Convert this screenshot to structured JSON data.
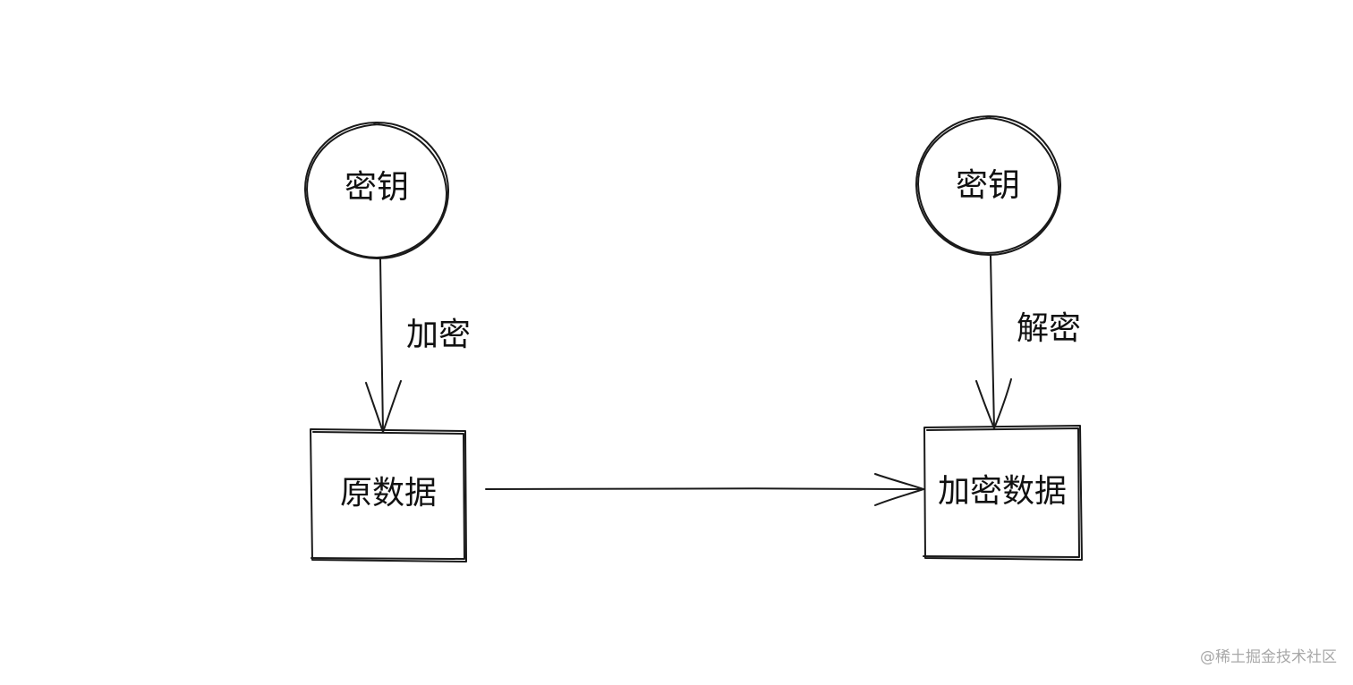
{
  "diagram": {
    "nodes": {
      "key_left": {
        "label": "密钥"
      },
      "key_right": {
        "label": "密钥"
      },
      "original_data": {
        "label": "原数据"
      },
      "encrypted_data": {
        "label": "加密数据"
      }
    },
    "edges": {
      "encrypt": {
        "label": "加密",
        "from": "key_left",
        "to": "original_data"
      },
      "decrypt": {
        "label": "解密",
        "from": "key_right",
        "to": "encrypted_data"
      },
      "transfer": {
        "label": "",
        "from": "original_data",
        "to": "encrypted_data"
      }
    }
  },
  "watermark": "@稀土掘金技术社区",
  "colors": {
    "stroke": "#1a1a1a",
    "text": "#111111",
    "watermark": "#a8a8a8",
    "background": "#ffffff"
  }
}
